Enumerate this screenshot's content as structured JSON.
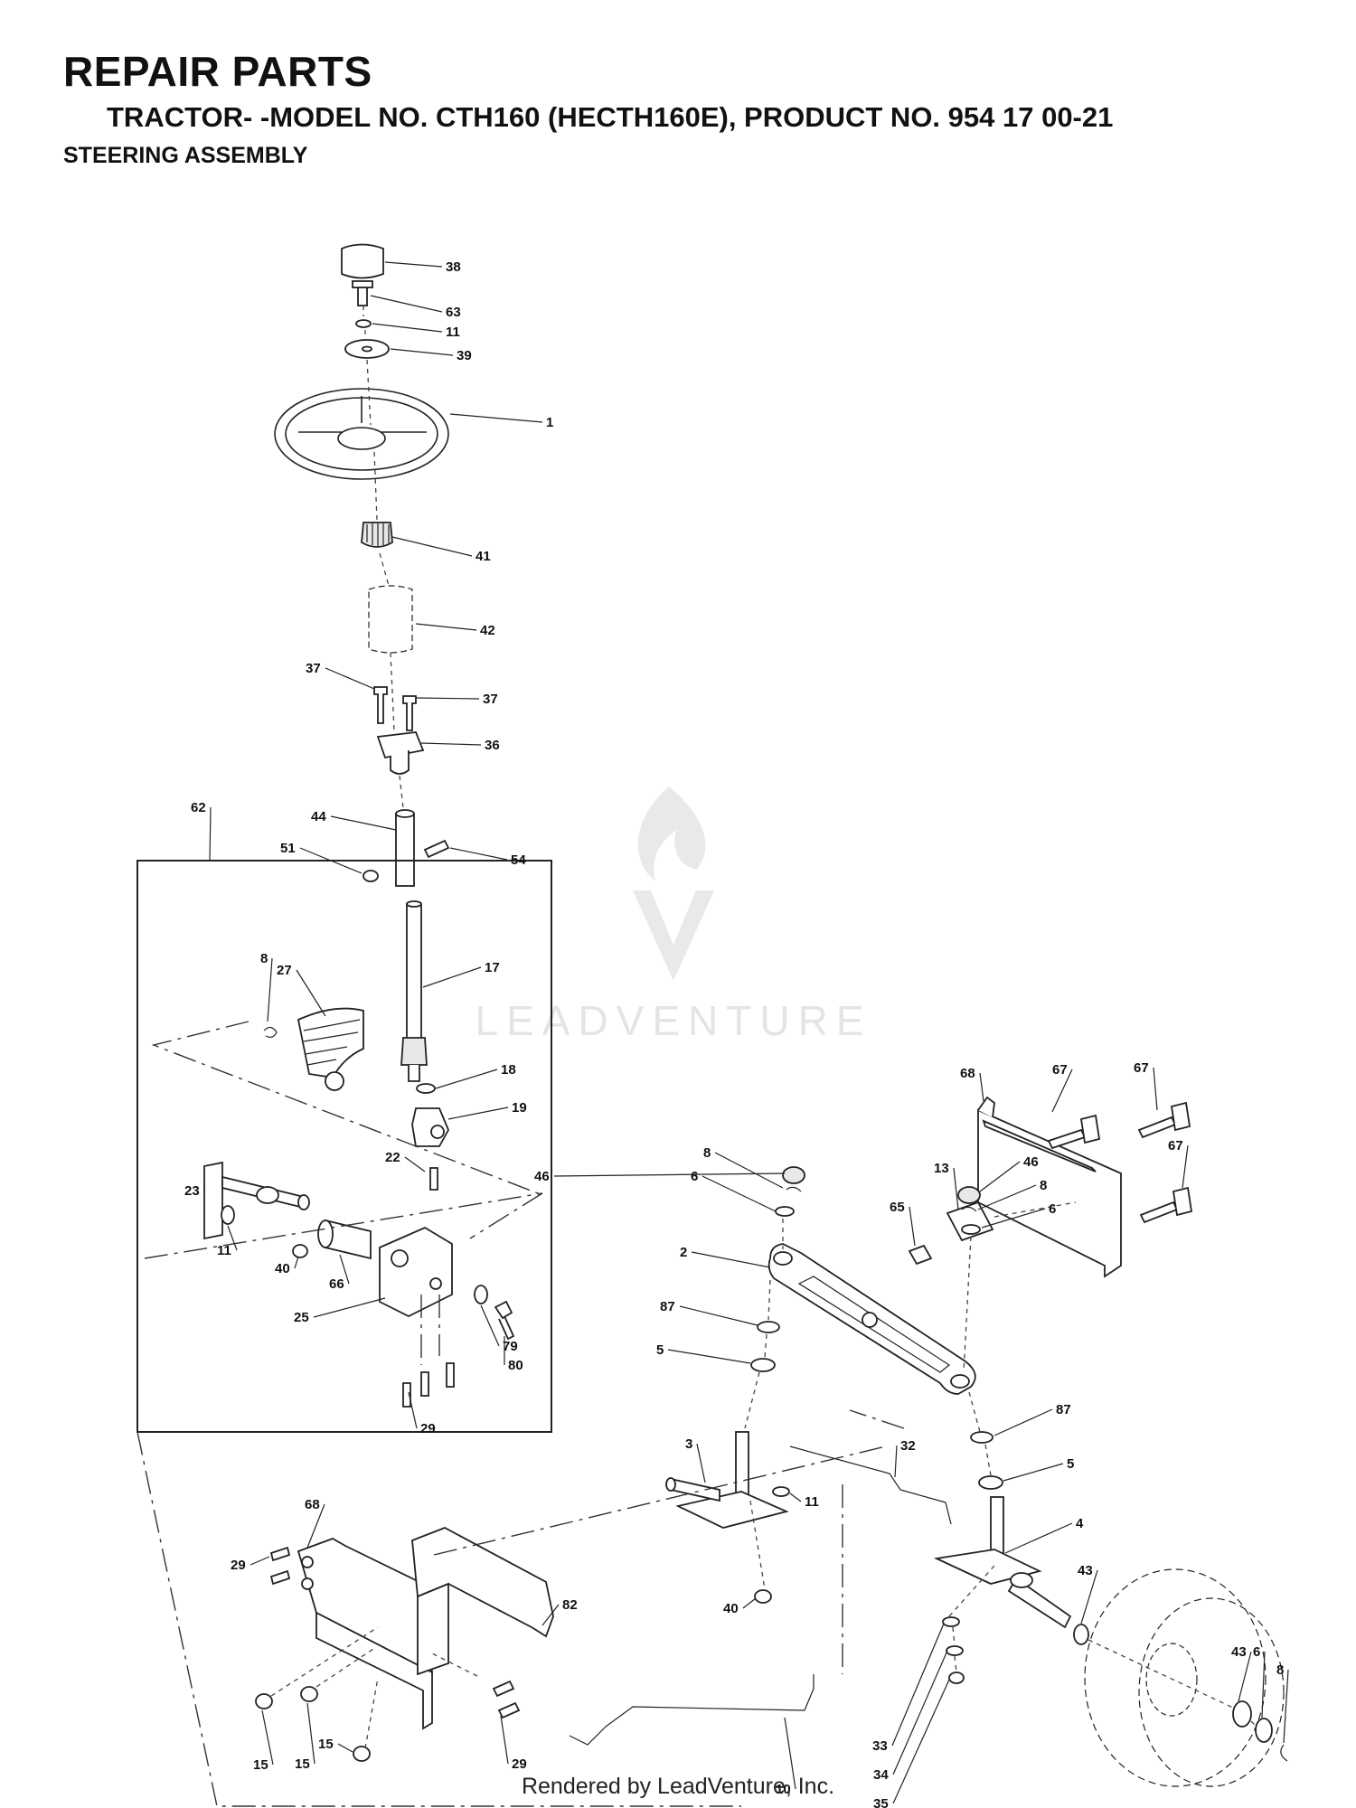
{
  "header": {
    "title": "REPAIR PARTS",
    "model_line": "TRACTOR- -MODEL NO. CTH160 (HECTH160E), PRODUCT NO. 954 17 00-21",
    "assembly": "STEERING ASSEMBLY"
  },
  "watermark": {
    "text": "LEADVENTURE"
  },
  "callouts": [
    "38",
    "63",
    "11",
    "39",
    "1",
    "41",
    "42",
    "37",
    "37",
    "36",
    "62",
    "44",
    "51",
    "54",
    "17",
    "8",
    "27",
    "18",
    "19",
    "22",
    "23",
    "11",
    "40",
    "66",
    "25",
    "79",
    "80",
    "29",
    "68",
    "67",
    "67",
    "67",
    "13",
    "65",
    "46",
    "8",
    "6",
    "2",
    "46",
    "8",
    "6",
    "87",
    "5",
    "87",
    "5",
    "3",
    "32",
    "11",
    "4",
    "43",
    "40",
    "68",
    "29",
    "82",
    "29",
    "15",
    "15",
    "15",
    "10",
    "33",
    "34",
    "35",
    "43",
    "6",
    "8"
  ],
  "footer": "Rendered by LeadVenture, Inc."
}
